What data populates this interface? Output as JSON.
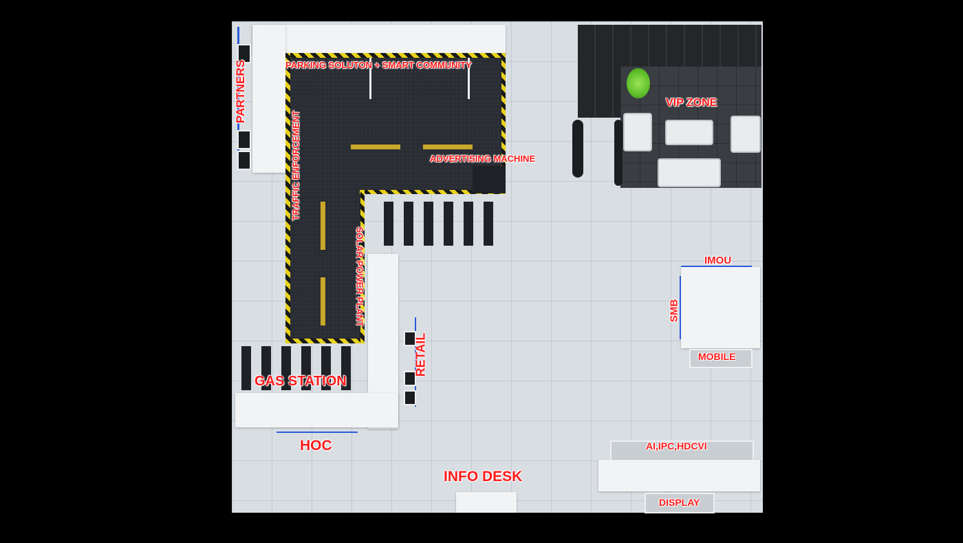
{
  "labels": {
    "partners": "PARTNERS",
    "parking": "PARKING SOLUTON + SMART COMMUNITY",
    "traffic": "TRAFFIC ENFORCEMENT",
    "advertising": "ADVERTISING MACHINE",
    "solar": "SOLAR POWER PLANT",
    "vip": "VIP ZONE",
    "imou": "IMOU",
    "smb": "SMB",
    "mobile": "MOBILE",
    "retail": "RETAIL",
    "gas": "GAS STATION",
    "hoc": "HOC",
    "info": "INFO DESK",
    "ai": "AI,IPC,HDCVI",
    "display": "DISPLAY"
  },
  "colors": {
    "label": "#ff1a1a",
    "background": "#000000",
    "floor": "#d9dee3",
    "dark_floor": "#2a2d33",
    "hazard_yellow": "#e7d21a",
    "plant_green": "#7bd63a"
  }
}
